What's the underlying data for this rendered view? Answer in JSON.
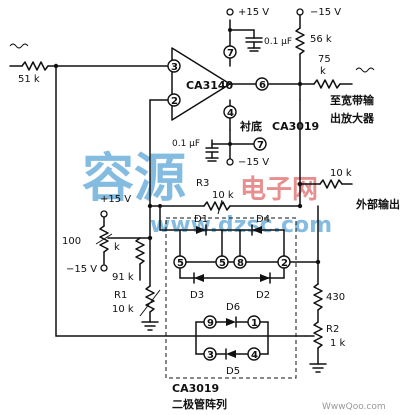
{
  "diagram": {
    "components": {
      "opamp": "CA3140",
      "diode_array_id": "CA3019",
      "diode_array_label": "二极管阵列",
      "substrate_label": "衬底",
      "substrate_ic": "CA3019"
    },
    "labels": {
      "r_in": "51 k",
      "r_56k": "56 k",
      "r_75": "75",
      "r_75_unit": "k",
      "cap_top": "0.1 μF",
      "cap_bottom": "0.1 μF",
      "supply_pos_top": "+15 V",
      "supply_neg_top": "−15 V",
      "supply_neg_bottom": "−15 V",
      "r3": "R3",
      "r3_value": "10 k",
      "r_10k_out": "10 k",
      "supply_pos_pot": "+15 V",
      "supply_neg_pot": "−15 V",
      "r_100": "100",
      "r_100_unit": "k",
      "r_91k": "91 k",
      "r1": "R1",
      "r1_value": "10 k",
      "r_430": "430",
      "r2": "R2",
      "r2_value": "1 k",
      "d1": "D1",
      "d2": "D2",
      "d3": "D3",
      "d4": "D4",
      "d5": "D5",
      "d6": "D6",
      "out_wideband_1": "至宽带输",
      "out_wideband_2": "出放大器",
      "out_external": "外部输出"
    },
    "pins": {
      "p3": "3",
      "p2": "2",
      "p6": "6",
      "p7": "7",
      "p4": "4",
      "p7b": "7",
      "p5": "5",
      "p8": "8",
      "p2b": "2",
      "p9": "9",
      "p1": "1",
      "p3b": "3",
      "p4b": "4"
    },
    "watermark": {
      "cn": "容源",
      "sub": "电子网",
      "url": "www.dzsc.com",
      "foot": "WwwQoo.com"
    }
  }
}
